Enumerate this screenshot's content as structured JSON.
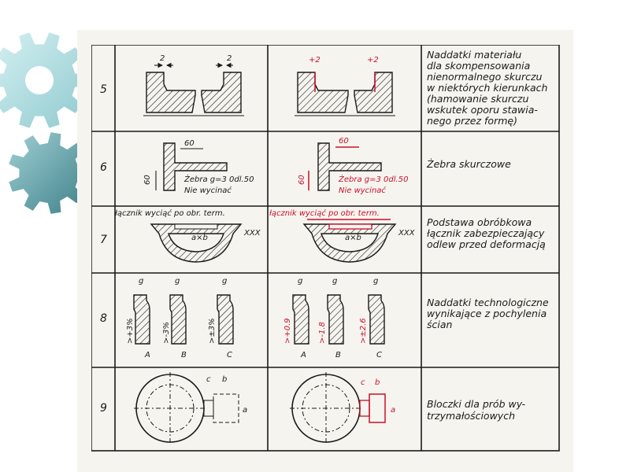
{
  "rows": [
    {
      "num": "5",
      "desc": [
        "Naddatki materiału",
        "dla skompensowania",
        "nienormalnego skurczu",
        "w niektórych kierunkach",
        "(hamowanie skurczu",
        "wskutek oporu stawia-",
        "nego przez formę)"
      ],
      "left_labels": [
        "2",
        "2"
      ],
      "right_labels": [
        "+2",
        "+2"
      ]
    },
    {
      "num": "6",
      "desc": [
        "Żebra skurczowe"
      ],
      "left_labels": [
        "60",
        "60",
        "Żebra g=3 0dl.50",
        "Nie wycinać"
      ],
      "right_labels": [
        "60",
        "60",
        "Żebra g=3 0dl.50",
        "Nie wycinać"
      ]
    },
    {
      "num": "7",
      "desc": [
        "Podstawa obróbkowa",
        "łącznik zabezpieczający",
        "odlew przed deformacją"
      ],
      "left_labels": [
        "łącznik wyciąć po obr. term.",
        "a×b",
        "XXX"
      ],
      "right_labels": [
        "łącznik wyciąć po obr. term.",
        "a×b",
        "XXX"
      ]
    },
    {
      "num": "8",
      "desc": [
        "Naddatki technologiczne",
        "wynikające z pochylenia",
        "ścian"
      ],
      "left_labels": [
        "g",
        "g",
        "g",
        ">+3%",
        ">-3%",
        ">±3%",
        "A",
        "B",
        "C"
      ],
      "right_labels": [
        "g",
        "g",
        "g",
        ">+0.9",
        ">-1.8",
        ">±2.6",
        "A",
        "B",
        "C"
      ]
    },
    {
      "num": "9",
      "desc": [
        "Bloczki dla prób wy-",
        "trzymałościowych"
      ],
      "left_labels": [
        "c",
        "b",
        "a"
      ],
      "right_labels": [
        "c",
        "b",
        "a"
      ]
    }
  ],
  "colors": {
    "ink": "#1a1a1a",
    "red": "#c8102e",
    "paper": "#f6f4ee",
    "gear_light": "#b9e3e6",
    "gear_dark": "#5f9ea6"
  },
  "icons": [
    "gear-icon-top",
    "gear-icon-bottom"
  ]
}
